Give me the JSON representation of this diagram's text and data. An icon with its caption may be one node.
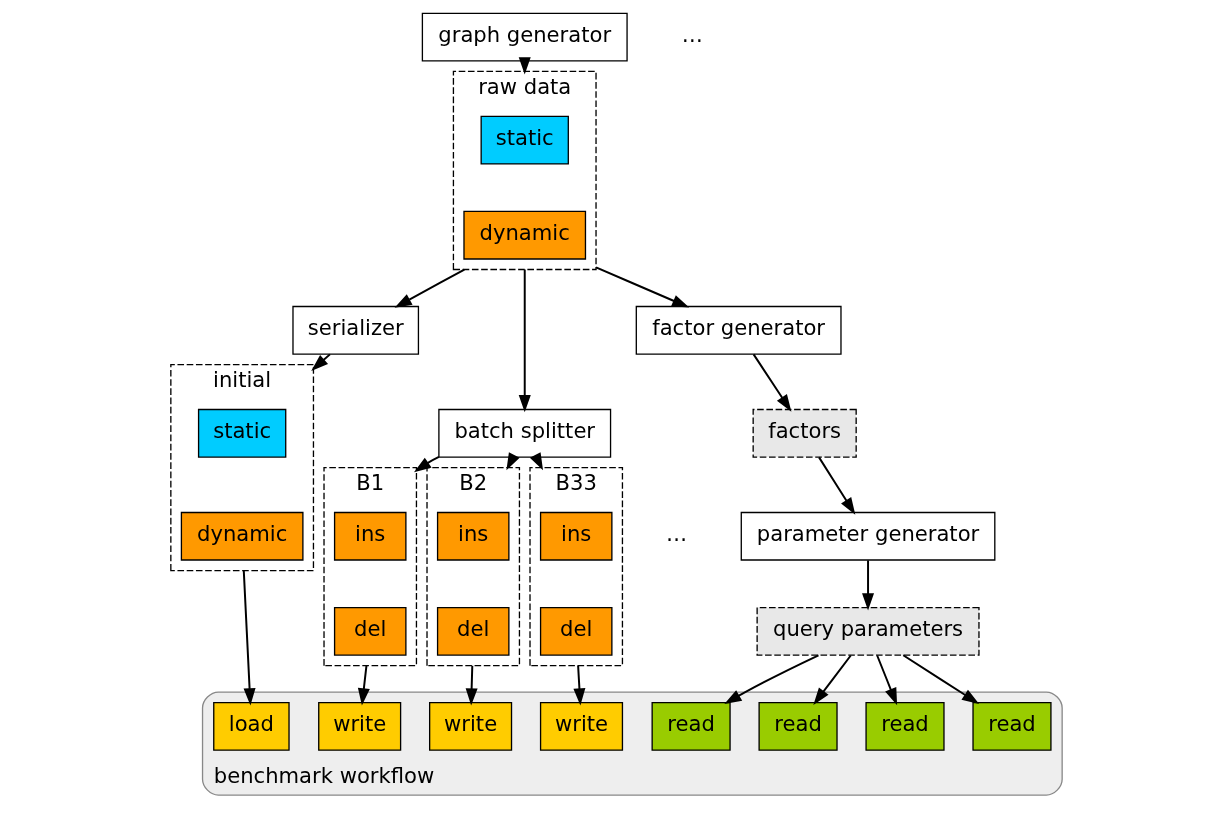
{
  "diagram": {
    "nodes": [
      {
        "text": [
          "graph generator"
        ]
      },
      {
        "text": [
          "batch splitter"
        ]
      },
      {
        "text": [
          "raw data"
        ]
      },
      {
        "text": [
          "static"
        ],
        "in": 2
      },
      {
        "text": [
          "dynamic"
        ],
        "in": 2
      },
      {
        "text": [
          "serializer"
        ]
      },
      {
        "text": [
          "initial"
        ]
      },
      {
        "text": [
          "static"
        ],
        "in": 6
      },
      {
        "text": [
          "dynamic"
        ],
        "in": 6
      },
      {
        "text": [
          "B1"
        ]
      },
      {
        "text": [
          "ins"
        ],
        "in": 9
      },
      {
        "text": [
          "del"
        ],
        "in": 9
      },
      {
        "text": [
          "B2"
        ]
      },
      {
        "text": [
          "ins"
        ],
        "in": 12
      },
      {
        "text": [
          "del"
        ],
        "in": 12
      },
      {
        "text": [
          "B33"
        ]
      },
      {
        "text": [
          "ins"
        ],
        "in": 15
      },
      {
        "text": [
          "del"
        ],
        "in": 15
      },
      {
        "text": [
          "benchmark workflow"
        ]
      },
      {
        "text": [
          "load"
        ],
        "in": 18
      },
      {
        "text": [
          "read"
        ],
        "in": 18
      },
      {
        "text": [
          "write"
        ],
        "in": 18
      },
      {
        "text": [
          "read"
        ],
        "in": 18
      },
      {
        "text": [
          "write"
        ],
        "in": 18
      },
      {
        "text": [
          "read"
        ],
        "in": 18
      },
      {
        "text": [
          "write"
        ],
        "in": 18
      },
      {
        "text": [
          "read"
        ],
        "in": 18
      },
      {
        "text": [
          "factor generator"
        ]
      },
      {
        "text": [
          "factors"
        ]
      },
      {
        "text": [
          "parameter generator"
        ]
      },
      {
        "text": [
          "query parameters"
        ]
      }
    ],
    "edges": [
      {
        "from": 0,
        "to": 2,
        "arrow": "to"
      },
      {
        "from": 2,
        "to": 1,
        "arrow": "to"
      },
      {
        "from": 2,
        "to": 5,
        "arrow": "to"
      },
      {
        "from": 5,
        "to": 6,
        "arrow": "to"
      },
      {
        "from": 1,
        "to": 9,
        "arrow": "to"
      },
      {
        "from": 1,
        "to": 12,
        "arrow": "to"
      },
      {
        "from": 1,
        "to": 15,
        "arrow": "to"
      },
      {
        "from": 6,
        "to": 19,
        "arrow": "to"
      },
      {
        "from": 9,
        "to": 21,
        "arrow": "to"
      },
      {
        "from": 12,
        "to": 23,
        "arrow": "to"
      },
      {
        "from": 15,
        "to": 25,
        "arrow": "to"
      },
      {
        "from": 2,
        "to": 27,
        "arrow": "to"
      },
      {
        "from": 27,
        "to": 28,
        "arrow": "to"
      },
      {
        "from": 28,
        "to": 29,
        "arrow": "to"
      },
      {
        "from": 29,
        "to": 30,
        "arrow": "to"
      },
      {
        "from": 30,
        "to": 20,
        "arrow": "to"
      },
      {
        "from": 30,
        "to": 22,
        "arrow": "to"
      },
      {
        "from": 30,
        "to": 24,
        "arrow": "to"
      },
      {
        "from": 30,
        "to": 26,
        "arrow": "to"
      }
    ],
    "labels": [
      "…",
      "…"
    ]
  }
}
